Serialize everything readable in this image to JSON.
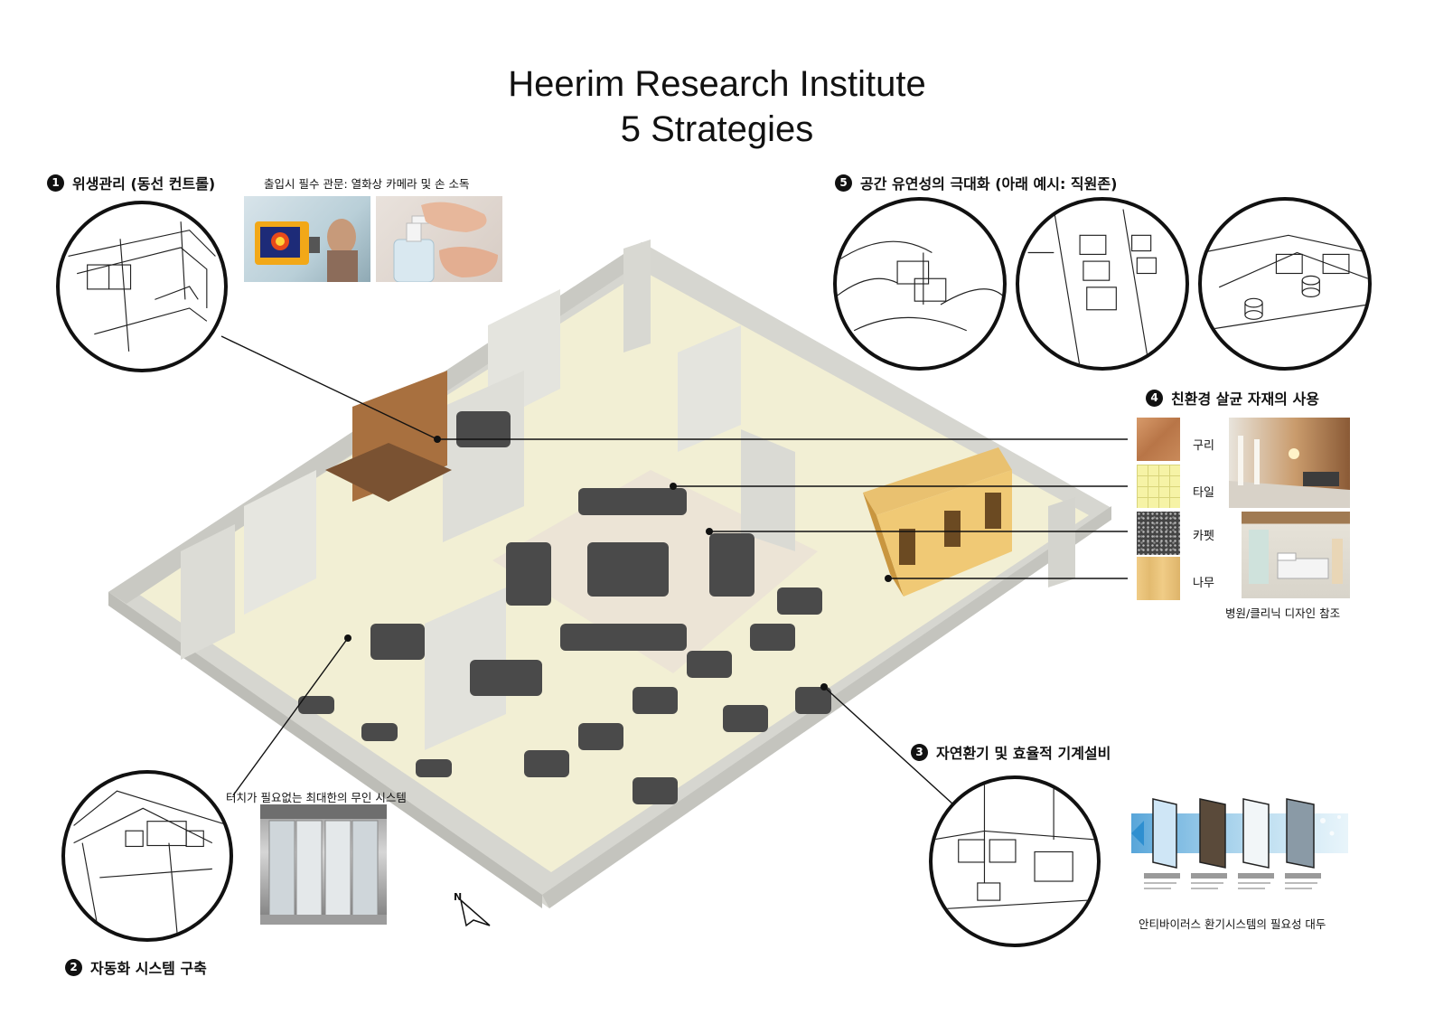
{
  "title": {
    "line1": "Heerim Research Institute",
    "line2": "5 Strategies"
  },
  "strategies": [
    {
      "num": "1",
      "label": "위생관리 (동선 컨트롤)"
    },
    {
      "num": "2",
      "label": "자동화 시스템 구축"
    },
    {
      "num": "3",
      "label": "자연환기 및 효율적 기계설비"
    },
    {
      "num": "4",
      "label": "친환경 살균 자재의 사용"
    },
    {
      "num": "5",
      "label": "공간 유연성의 극대화 (아래 예시: 직원존)"
    }
  ],
  "captions": {
    "entrance": "출입시 필수 관문: 열화상 카메라 및 손 소독",
    "touchless": "터치가 필요없는 최대한의 무인 시스템",
    "hospital": "병원/클리닉 디자인 참조",
    "ventilation": "안티바이러스 환기시스템의 필요성 대두"
  },
  "materials": [
    {
      "label": "구리",
      "color": "#c98a5a"
    },
    {
      "label": "타일",
      "color": "#f6f3a6"
    },
    {
      "label": "카펫",
      "color": "#555555"
    },
    {
      "label": "나무",
      "color": "#e6c27a"
    }
  ],
  "compass": {
    "label": "N"
  },
  "colors": {
    "floor": "#f2efd4",
    "wall": "#dcdcd6",
    "furniture": "#4a4a4a",
    "wood_box": "#e2b45a",
    "copper": "#b07a4c"
  }
}
